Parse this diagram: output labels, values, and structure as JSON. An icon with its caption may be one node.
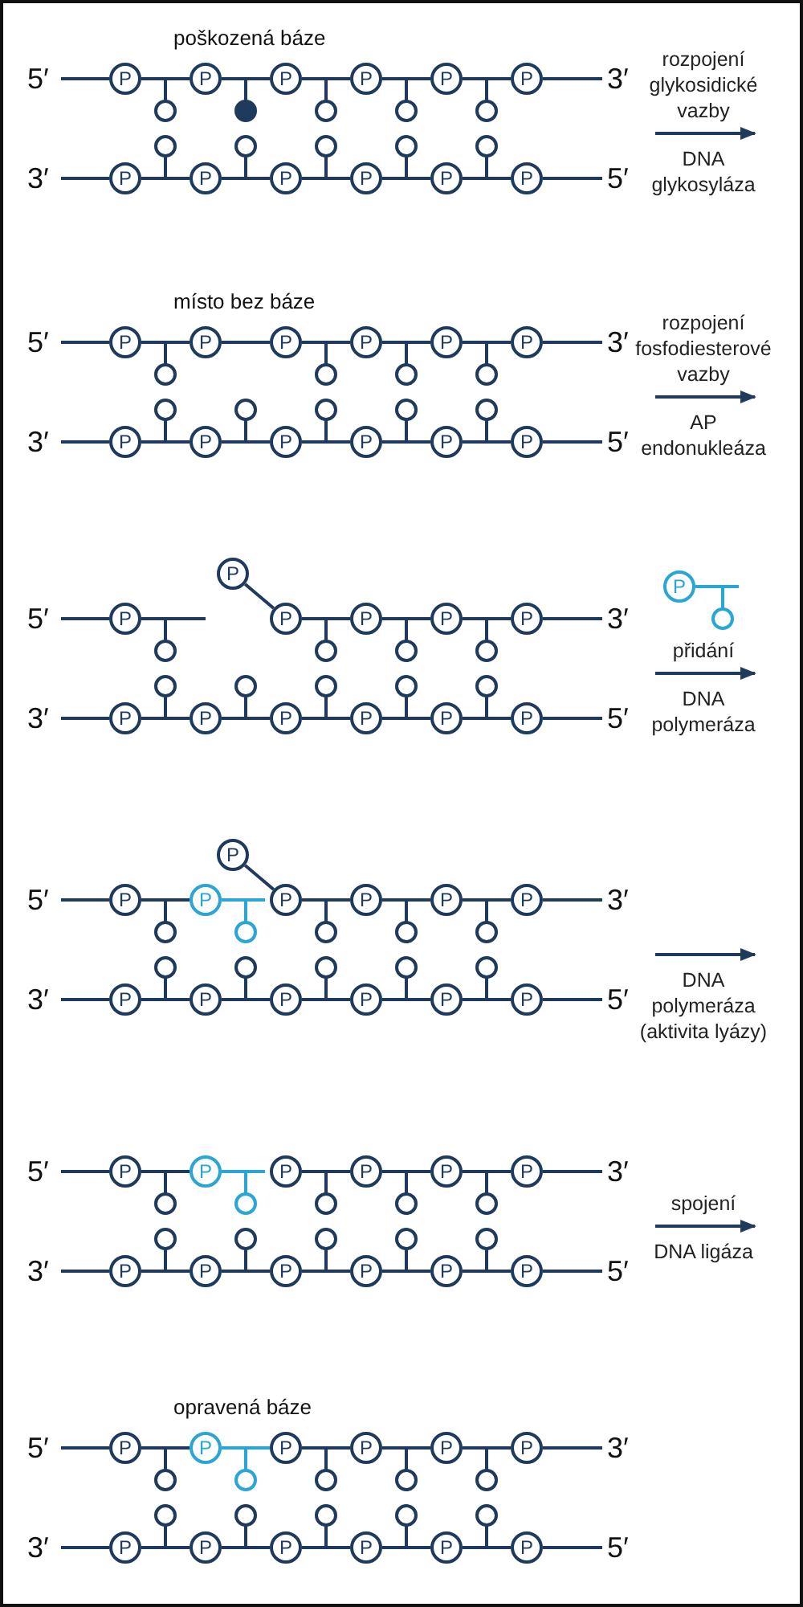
{
  "diagram": {
    "nodes": [
      {
        "text": [
          "P"
        ]
      },
      {
        "text": [
          "P"
        ]
      },
      {
        "text": [
          "P"
        ]
      },
      {
        "text": [
          "P"
        ]
      },
      {
        "text": [
          "P"
        ]
      },
      {
        "text": [
          "P"
        ]
      },
      {
        "text": [
          "P"
        ]
      },
      {
        "text": [
          "P"
        ]
      },
      {
        "text": [
          "P"
        ]
      },
      {
        "text": [
          "P"
        ]
      },
      {
        "text": [
          "P"
        ]
      },
      {
        "text": [
          "P"
        ]
      },
      {
        "text": [
          "P"
        ]
      },
      {
        "text": [
          "P"
        ]
      },
      {
        "text": [
          "P"
        ]
      },
      {
        "text": [
          "P"
        ]
      },
      {
        "text": [
          "P"
        ]
      },
      {
        "text": [
          "P"
        ]
      },
      {
        "text": [
          "P"
        ]
      },
      {
        "text": [
          "P"
        ]
      },
      {
        "text": [
          "P"
        ]
      },
      {
        "text": [
          "P"
        ]
      },
      {
        "text": [
          "P"
        ]
      },
      {
        "text": [
          "P"
        ]
      },
      {
        "text": [
          "P"
        ]
      },
      {
        "text": [
          "P"
        ]
      },
      {
        "text": [
          "P"
        ]
      },
      {
        "text": [
          "P"
        ]
      },
      {
        "text": [
          "P"
        ]
      },
      {
        "text": [
          "P"
        ]
      },
      {
        "text": [
          "P"
        ]
      },
      {
        "text": [
          "P"
        ]
      },
      {
        "text": [
          "P"
        ]
      },
      {
        "text": [
          "P"
        ]
      },
      {
        "text": [
          "P"
        ]
      },
      {
        "text": [
          "P"
        ]
      },
      {
        "text": [
          "P"
        ]
      },
      {
        "text": [
          "P"
        ]
      },
      {
        "text": [
          "P"
        ]
      },
      {
        "text": [
          "P"
        ]
      },
      {
        "text": [
          "P"
        ]
      },
      {
        "text": [
          "P"
        ]
      },
      {
        "text": [
          "P"
        ]
      },
      {
        "text": [
          "P"
        ]
      },
      {
        "text": [
          "P"
        ]
      },
      {
        "text": [
          "P"
        ]
      },
      {
        "text": [
          "P"
        ]
      },
      {
        "text": [
          "P"
        ]
      },
      {
        "text": [
          "P"
        ]
      },
      {
        "text": [
          "P"
        ]
      },
      {
        "text": [
          "P"
        ]
      },
      {
        "text": [
          "P"
        ]
      },
      {
        "text": [
          "P"
        ]
      },
      {
        "text": [
          "P"
        ]
      },
      {
        "text": [
          "P"
        ]
      },
      {
        "text": [
          "P"
        ]
      },
      {
        "text": [
          "P"
        ]
      },
      {
        "text": [
          "P"
        ]
      },
      {
        "text": [
          "P"
        ]
      },
      {
        "text": [
          "P"
        ]
      },
      {
        "text": [
          "P"
        ]
      },
      {
        "text": [
          "P"
        ]
      },
      {
        "text": [
          "P"
        ]
      },
      {
        "text": [
          "P"
        ]
      },
      {
        "text": [
          "P"
        ]
      },
      {
        "text": [
          "P"
        ]
      },
      {
        "text": [
          "P"
        ]
      },
      {
        "text": [
          "P"
        ]
      },
      {
        "text": [
          "P"
        ]
      },
      {
        "text": [
          "P"
        ]
      },
      {
        "text": [
          "P"
        ]
      },
      {
        "text": [
          "P"
        ]
      },
      {
        "text": [
          "P"
        ]
      },
      {
        "text": [
          "P"
        ]
      }
    ],
    "edges": [
      {
        "from": 0,
        "to": 1,
        "arrow": "none"
      },
      {
        "from": 1,
        "to": 2,
        "arrow": "none"
      },
      {
        "from": 2,
        "to": 3,
        "arrow": "none"
      },
      {
        "from": 3,
        "to": 4,
        "arrow": "none"
      },
      {
        "from": 4,
        "to": 5,
        "arrow": "none"
      },
      {
        "from": 6,
        "to": 7,
        "arrow": "none"
      },
      {
        "from": 7,
        "to": 8,
        "arrow": "none"
      },
      {
        "from": 8,
        "to": 9,
        "arrow": "none"
      },
      {
        "from": 9,
        "to": 10,
        "arrow": "none"
      },
      {
        "from": 10,
        "to": 11,
        "arrow": "none"
      },
      {
        "from": 12,
        "to": 13,
        "arrow": "none"
      },
      {
        "from": 13,
        "to": 14,
        "arrow": "none"
      },
      {
        "from": 14,
        "to": 15,
        "arrow": "none"
      },
      {
        "from": 15,
        "to": 16,
        "arrow": "none"
      },
      {
        "from": 16,
        "to": 17,
        "arrow": "none"
      },
      {
        "from": 18,
        "to": 19,
        "arrow": "none"
      },
      {
        "from": 19,
        "to": 20,
        "arrow": "none"
      },
      {
        "from": 20,
        "to": 21,
        "arrow": "none"
      },
      {
        "from": 21,
        "to": 22,
        "arrow": "none"
      },
      {
        "from": 22,
        "to": 23,
        "arrow": "none"
      },
      {
        "from": 24,
        "to": 27,
        "arrow": "none"
      },
      {
        "from": 27,
        "to": 28,
        "arrow": "none"
      },
      {
        "from": 28,
        "to": 29,
        "arrow": "none"
      },
      {
        "from": 29,
        "to": 30,
        "arrow": "none"
      },
      {
        "from": 31,
        "to": 32,
        "arrow": "none"
      },
      {
        "from": 32,
        "to": 33,
        "arrow": "none"
      },
      {
        "from": 33,
        "to": 34,
        "arrow": "none"
      },
      {
        "from": 34,
        "to": 35,
        "arrow": "none"
      },
      {
        "from": 35,
        "to": 36,
        "arrow": "none"
      },
      {
        "from": 37,
        "to": 40,
        "arrow": "none"
      },
      {
        "from": 38,
        "to": 39,
        "arrow": "none"
      },
      {
        "from": 40,
        "to": 41,
        "arrow": "none"
      },
      {
        "from": 41,
        "to": 42,
        "arrow": "none"
      },
      {
        "from": 42,
        "to": 43,
        "arrow": "none"
      },
      {
        "from": 44,
        "to": 45,
        "arrow": "none"
      },
      {
        "from": 45,
        "to": 46,
        "arrow": "none"
      },
      {
        "from": 46,
        "to": 47,
        "arrow": "none"
      },
      {
        "from": 47,
        "to": 48,
        "arrow": "none"
      },
      {
        "from": 48,
        "to": 49,
        "arrow": "none"
      },
      {
        "from": 50,
        "to": 51,
        "arrow": "none"
      },
      {
        "from": 52,
        "to": 53,
        "arrow": "none"
      },
      {
        "from": 53,
        "to": 54,
        "arrow": "none"
      },
      {
        "from": 54,
        "to": 55,
        "arrow": "none"
      },
      {
        "from": 56,
        "to": 57,
        "arrow": "none"
      },
      {
        "from": 57,
        "to": 58,
        "arrow": "none"
      },
      {
        "from": 58,
        "to": 59,
        "arrow": "none"
      },
      {
        "from": 59,
        "to": 60,
        "arrow": "none"
      },
      {
        "from": 60,
        "to": 61,
        "arrow": "none"
      },
      {
        "from": 62,
        "to": 63,
        "arrow": "none"
      },
      {
        "from": 63,
        "to": 64,
        "arrow": "none",
        "color": "#2aa6d6"
      },
      {
        "from": 64,
        "to": 65,
        "arrow": "none"
      },
      {
        "from": 65,
        "to": 66,
        "arrow": "none"
      },
      {
        "from": 66,
        "to": 67,
        "arrow": "none"
      },
      {
        "from": 68,
        "to": 69,
        "arrow": "none"
      },
      {
        "from": 69,
        "to": 70,
        "arrow": "none"
      },
      {
        "from": 70,
        "to": 71,
        "arrow": "none"
      },
      {
        "from": 71,
        "to": 72,
        "arrow": "none"
      },
      {
        "from": 72,
        "to": 73,
        "arrow": "none"
      }
    ],
    "labels": [
      "poškozená báze",
      "5′",
      "3′",
      "rozpojení glykosidické vazby",
      "DNA glykosyláza",
      "3′",
      "5′",
      "místo bez báze",
      "5′",
      "3′",
      "rozpojení fosfodiesterové vazby",
      "AP endonukleáza",
      "3′",
      "5′",
      "5′",
      "3′",
      "přidání",
      "DNA polymeráza",
      "3′",
      "5′",
      "5′",
      "3′",
      "DNA polymeráza (aktivita lyázy)",
      "3′",
      "5′",
      "5′",
      "3′",
      "spojení",
      "DNA ligáza",
      "3′",
      "5′",
      "opravená báze",
      "5′",
      "3′",
      "3′",
      "5′"
    ]
  }
}
